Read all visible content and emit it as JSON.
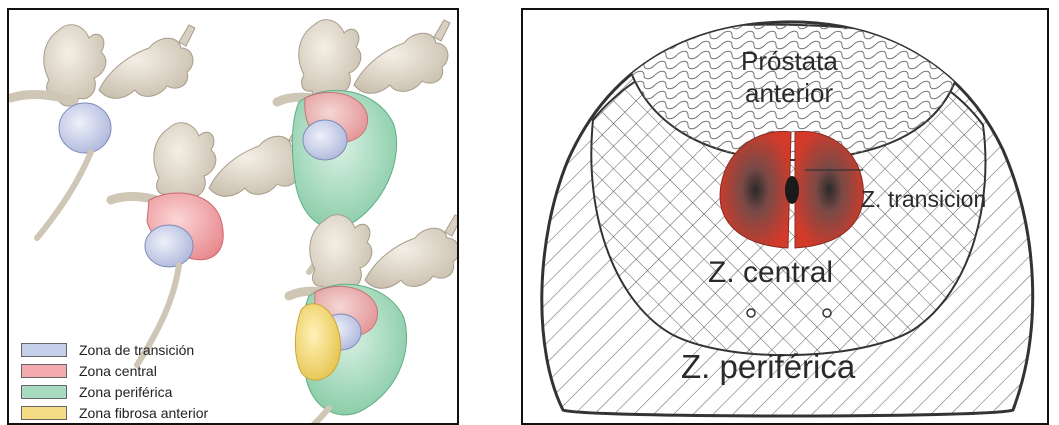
{
  "left_panel": {
    "legend": [
      {
        "label": "Zona de transición",
        "color": "#c6cfe9"
      },
      {
        "label": "Zona central",
        "color": "#f4aaae"
      },
      {
        "label": "Zona periférica",
        "color": "#a8dcc0"
      },
      {
        "label": "Zona fibrosa anterior",
        "color": "#f4dc84"
      }
    ]
  },
  "right_panel": {
    "labels": {
      "anterior_line1": "Próstata",
      "anterior_line2": "anterior",
      "transition": "Z. transicion",
      "central": "Z. central",
      "peripheral": "Z. periférica"
    },
    "colors": {
      "transition_zone": "#d43a2a",
      "outline": "#333333"
    }
  }
}
